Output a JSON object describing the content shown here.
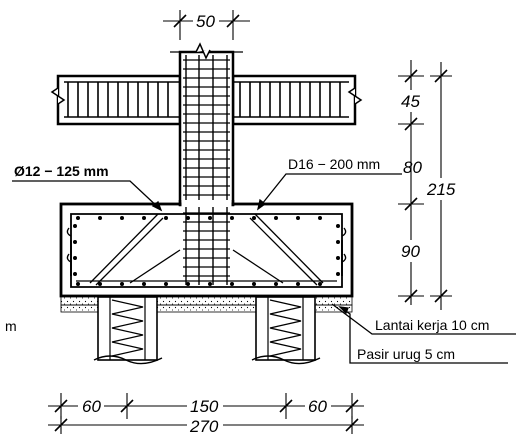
{
  "dimensions": {
    "column_width": "50",
    "slab_thickness": "45",
    "upper_gap": "80",
    "total_height": "215",
    "footing_height": "90",
    "left_edge": "60",
    "pile_spacing": "150",
    "right_edge": "60",
    "total_width": "270"
  },
  "labels": {
    "stirrup_rebar": "Ø12 − 125 mm",
    "main_rebar": "D16 − 200 mm",
    "work_floor": "Lantai kerja 10 cm",
    "sand_fill": "Pasir urug 5 cm",
    "cut_off_left": "m"
  },
  "colors": {
    "line": "#000000",
    "background": "#ffffff"
  }
}
